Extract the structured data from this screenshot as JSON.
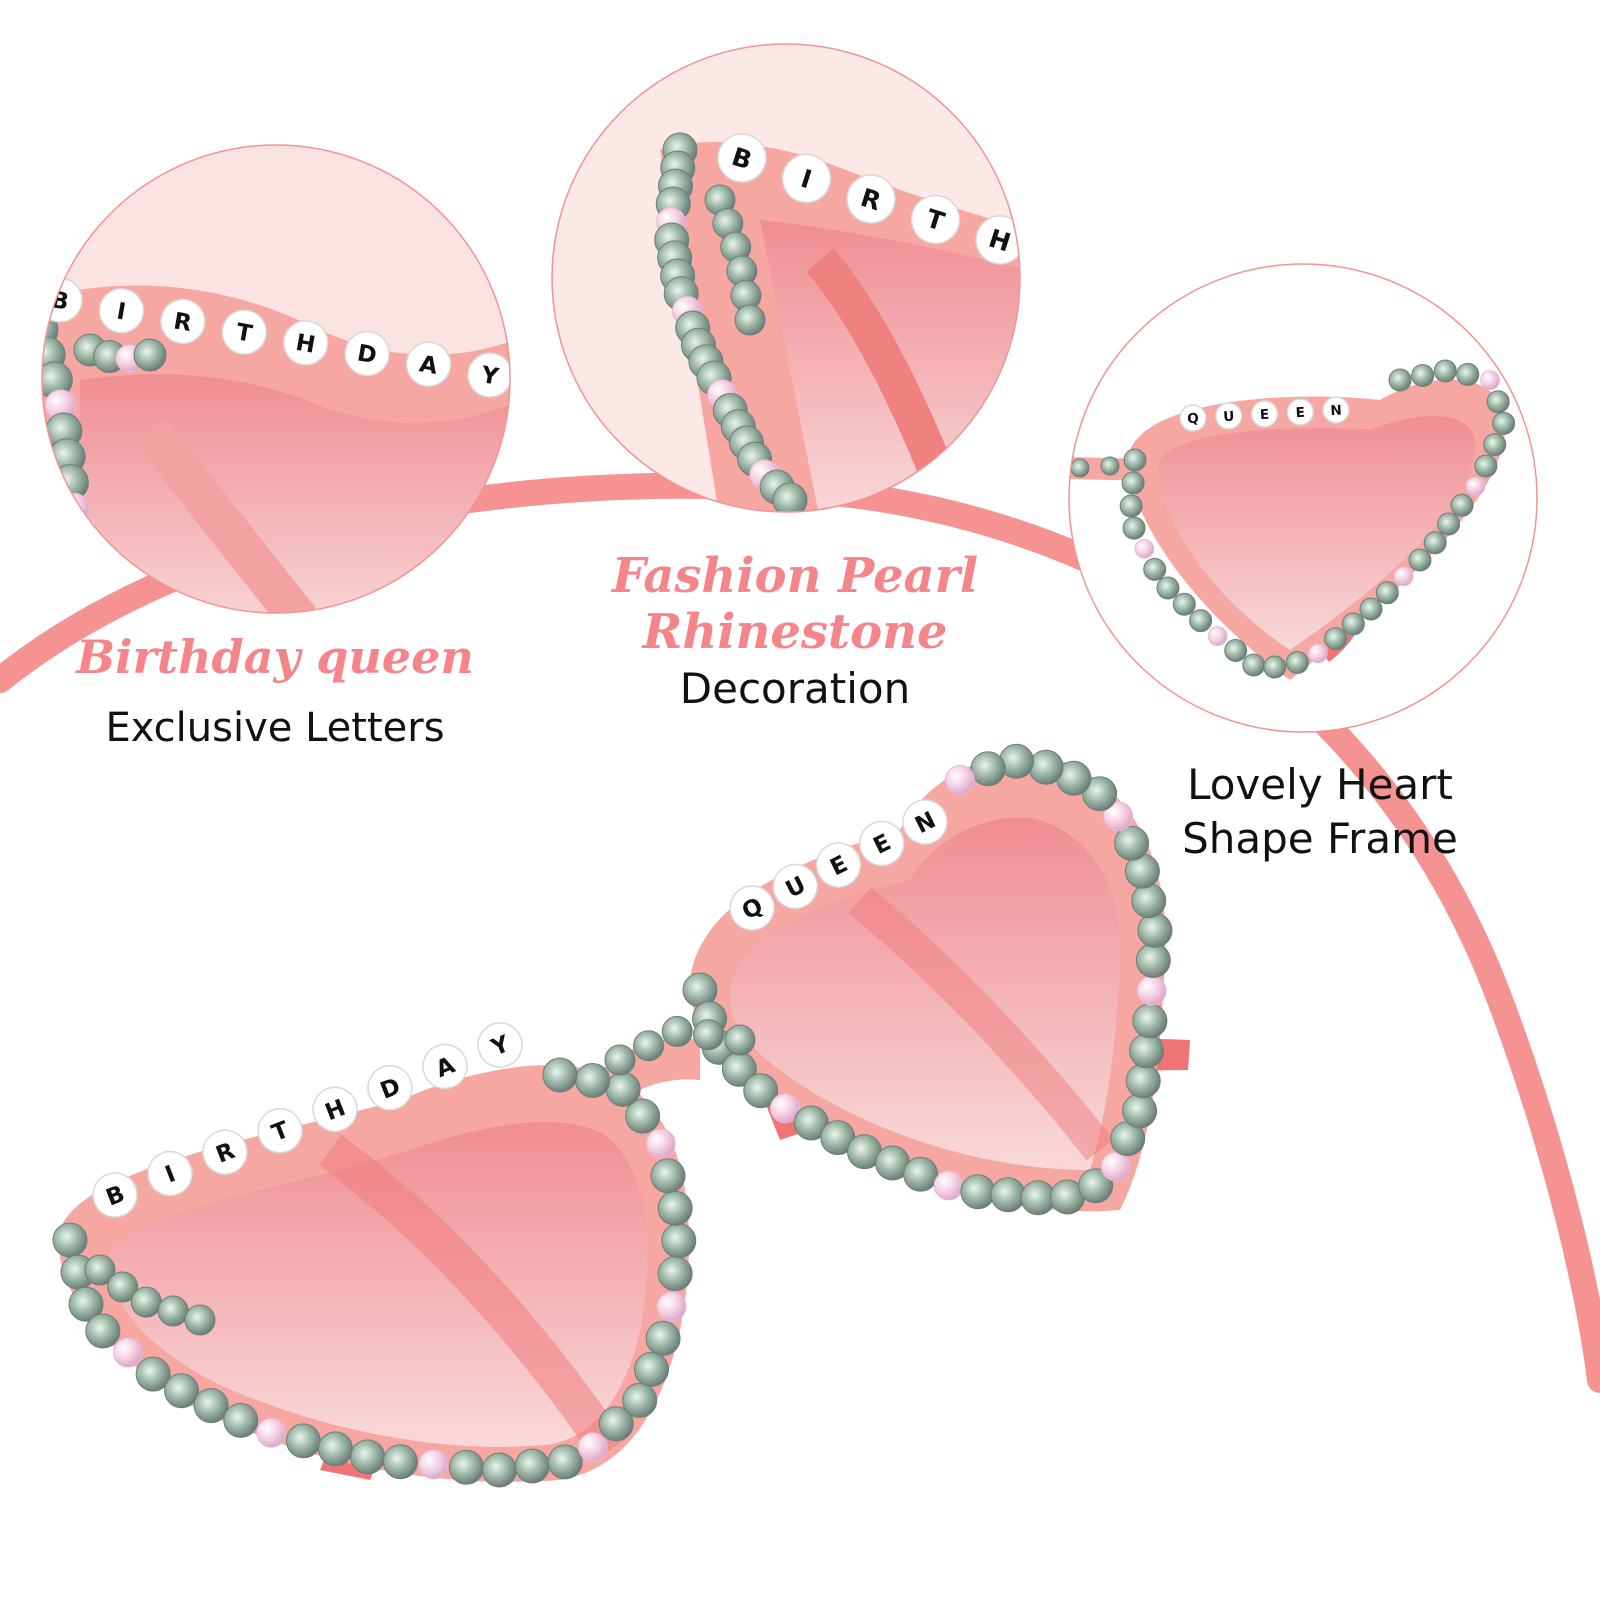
{
  "colors": {
    "accent_coral": "#f4858a",
    "arc_coral": "#f49392",
    "frame_pink": "#f6a7a2",
    "temple_coral": "#f07474",
    "lens_pink": "#f3b1b3",
    "text_dark": "#111111"
  },
  "callouts": {
    "left": {
      "headline": "Birthday queen",
      "subline": "Exclusive Letters"
    },
    "center": {
      "headline_line1": "Fashion Pearl",
      "headline_line2": "Rhinestone",
      "subline": "Decoration"
    },
    "right": {
      "line1": "Lovely Heart",
      "line2": "Shape Frame"
    }
  },
  "bead_text": {
    "left_lens": "BIRTHDAY",
    "right_lens": "QUEEN",
    "zoom_left": "BIRTHDAY",
    "zoom_center": "BIRTH",
    "zoom_right": "QUEEN"
  },
  "icons": [
    "rhinestone-icon",
    "pearl-icon",
    "letter-bead-icon"
  ]
}
